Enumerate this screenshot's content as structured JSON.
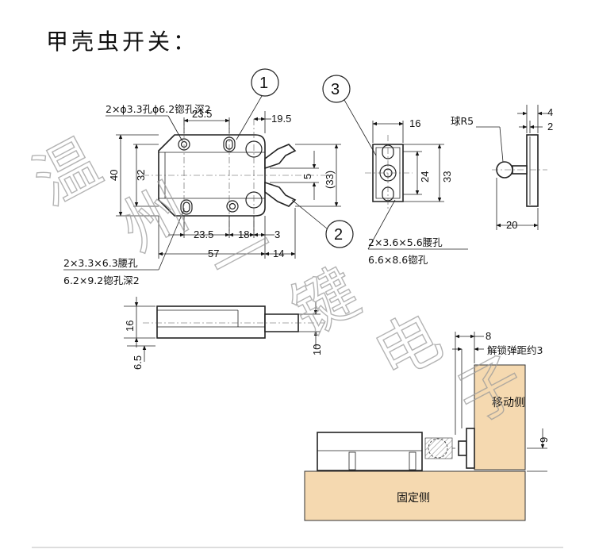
{
  "title": "甲壳虫开关：",
  "balloons": {
    "b1": "1",
    "b2": "2",
    "b3": "3"
  },
  "notes": {
    "hole_top_left": "2×ϕ3.3孔ϕ6.2锪孔深2",
    "hole_bottom_left_1": "2×3.3×6.3腰孔",
    "hole_bottom_left_2": "6.2×9.2锪孔深2",
    "slot_plate_1": "2×3.6×5.6腰孔",
    "slot_plate_2": "6.6×8.6锪孔",
    "ball": "球R5",
    "unlock_travel": "解锁弹距约3",
    "moving_side": "移动侧",
    "fixed_side": "固定侧"
  },
  "dims": {
    "d23_5_top": "23.5",
    "d19_5": "19.5",
    "d40": "40",
    "d32": "32",
    "d5": "5",
    "d33p": "(33)",
    "d23_5_bot": "23.5",
    "d18": "18",
    "d3": "3",
    "d57": "57",
    "d14": "14",
    "d16_plate": "16",
    "d24": "24",
    "d33": "33",
    "d4": "4",
    "d2": "2",
    "d20": "20",
    "d16_side": "16",
    "d6_5": "6.5",
    "d10": "10",
    "d8": "8",
    "d9": "9"
  },
  "watermark": {
    "c1": "温",
    "c2": "州",
    "c3": "一",
    "c4": "键",
    "c5": "电",
    "c6": "子"
  }
}
